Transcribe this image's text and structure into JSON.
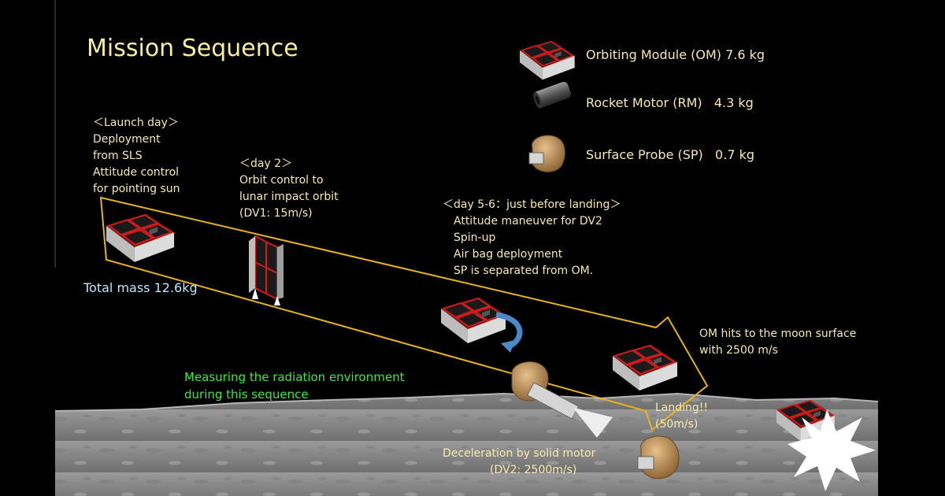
{
  "title": "Mission Sequence",
  "legend": [
    {
      "label": "Orbiting Module (OM) 7.6 kg",
      "icon": "orbiting-module-icon"
    },
    {
      "label": "Rocket Motor (RM)   4.3 kg",
      "icon": "rocket-motor-icon"
    },
    {
      "label": "Surface Probe (SP)   0.7 kg",
      "icon": "surface-probe-icon"
    }
  ],
  "phases": {
    "launch": [
      "＜Launch day＞",
      "Deployment",
      "from SLS",
      "Attitude control",
      "for pointing sun"
    ],
    "day2": [
      "＜day 2＞",
      "Orbit control to",
      "lunar impact orbit",
      "(DV1: 15m/s)"
    ],
    "day56": [
      "＜day 5-6：just before landing＞",
      "Attitude maneuver for DV2",
      "Spin-up",
      "Air bag deployment",
      "SP is separated from OM."
    ],
    "om_hits": [
      "OM hits to the moon surface",
      "with 2500 m/s"
    ],
    "landing": [
      "Landing!!",
      "(50m/s)"
    ],
    "deceleration": [
      "Deceleration by solid motor",
      "(DV2: 2500m/s)"
    ]
  },
  "total_mass": "Total mass 12.6kg",
  "radiation_note": [
    "Measuring the radiation environment",
    "during this sequence"
  ],
  "colors": {
    "text": "#f6e9b0",
    "title": "#f7eea0",
    "arrow_outline": "#e6b21e",
    "total_mass": "#bfe6ff",
    "radiation_note": "#3ce83c",
    "panel_red": "#d11a1a",
    "moon_surface": "#8e8e8e"
  }
}
